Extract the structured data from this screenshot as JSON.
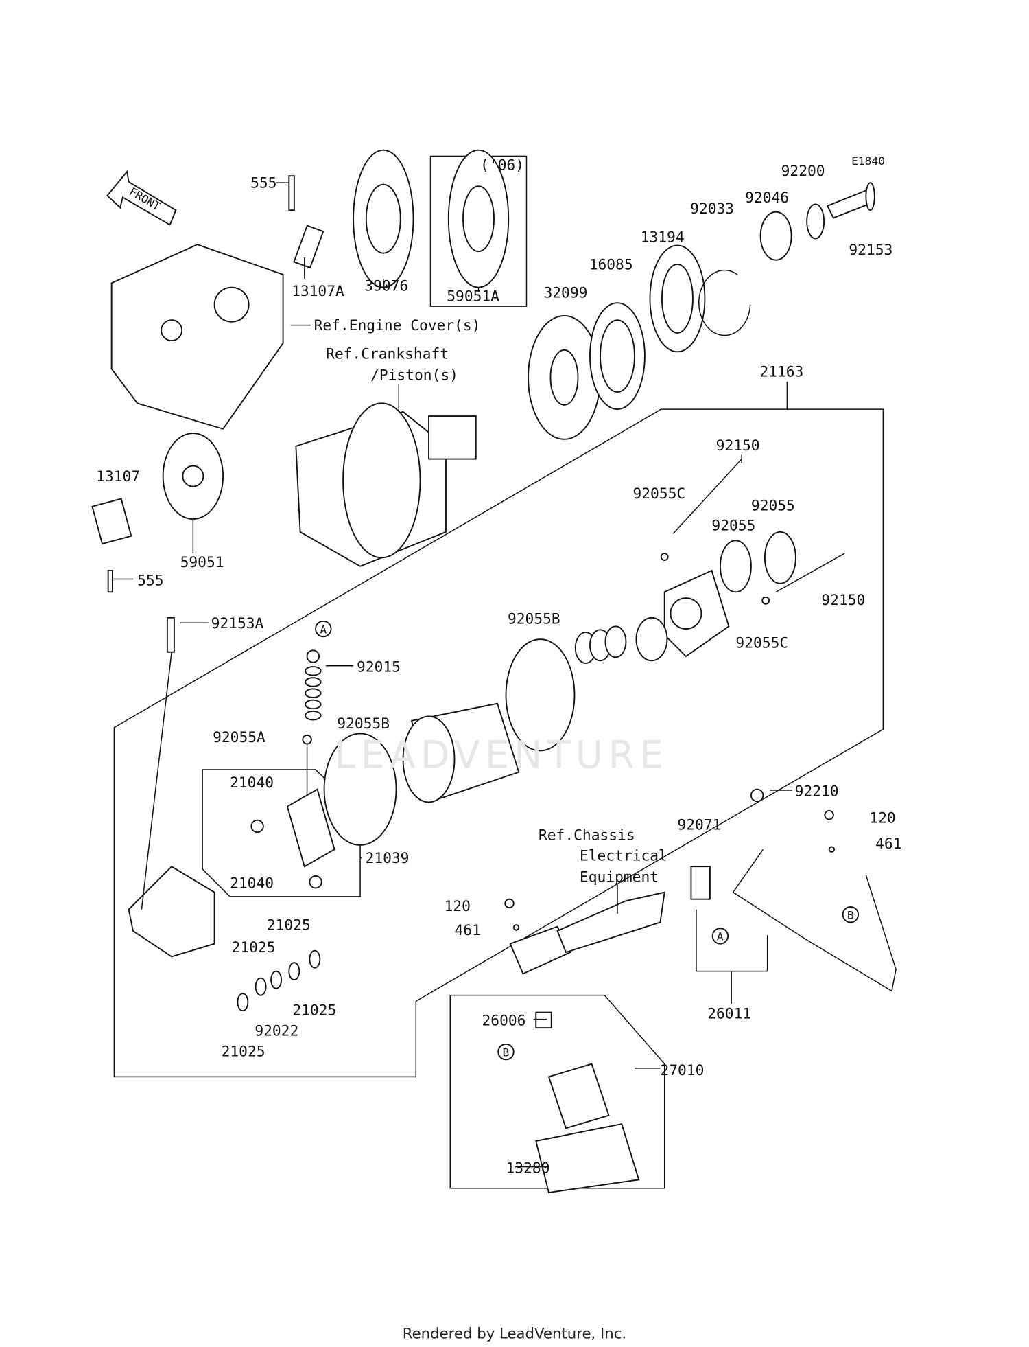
{
  "diagram_id": "E1840",
  "front_arrow": "FRONT",
  "year_note": "('06)",
  "watermark": "LEADVENTURE",
  "labels": {
    "p555a": "555",
    "p92200": "92200",
    "p92046": "92046",
    "p92033": "92033",
    "p92153": "92153",
    "p13194": "13194",
    "p16085": "16085",
    "p13107A": "13107A",
    "p39076": "39076",
    "p59051A": "59051A",
    "p32099": "32099",
    "ref_engine_cover": "Ref.Engine Cover(s)",
    "ref_crank_1": "Ref.Crankshaft",
    "ref_crank_2": "/Piston(s)",
    "p21163": "21163",
    "p13107": "13107",
    "p59051": "59051",
    "p555b": "555",
    "p92150a": "92150",
    "p92055Ca": "92055C",
    "p92055a": "92055",
    "p92055b": "92055",
    "p92150b": "92150",
    "p92153A": "92153A",
    "p92015": "92015",
    "p92055Ba": "92055B",
    "p92055Cb": "92055C",
    "p92055A": "92055A",
    "p92055Bb": "92055B",
    "p21040a": "21040",
    "p21039": "21039",
    "p21040b": "21040",
    "p92210": "92210",
    "p120a": "120",
    "p461a": "461",
    "p92071": "92071",
    "ref_chassis_1": "Ref.Chassis",
    "ref_chassis_2": "Electrical",
    "ref_chassis_3": "Equipment",
    "p120b": "120",
    "p461b": "461",
    "p21025a": "21025",
    "p21025b": "21025",
    "p21025c": "21025",
    "p92022": "92022",
    "p21025d": "21025",
    "p26011": "26011",
    "p26006": "26006",
    "p27010": "27010",
    "p13280": "13280"
  },
  "markers": {
    "a1": "A",
    "a2": "A",
    "b1": "B",
    "b2": "B"
  },
  "footer": "Rendered by LeadVenture, Inc."
}
